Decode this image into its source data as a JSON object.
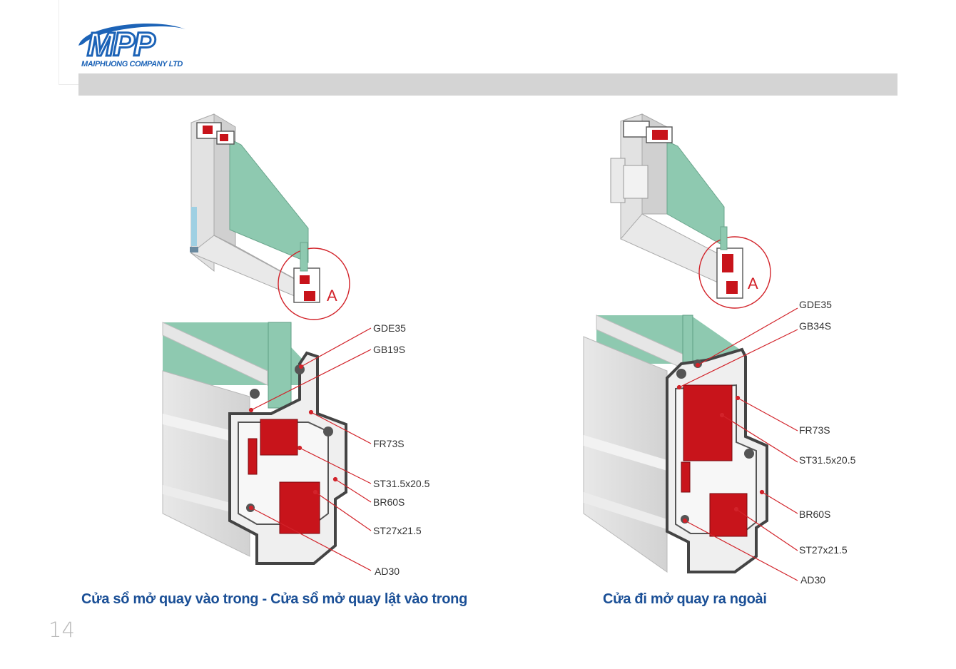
{
  "brand": {
    "logo_text": "MPP",
    "company": "MAIPHUONG COMPANY LTD",
    "colors": {
      "primary": "#1c63b7",
      "accent": "#d2232a",
      "glass": "#8ec9b0"
    }
  },
  "page_number": "14",
  "diagrams": [
    {
      "caption": "Cửa sổ mở quay vào trong - Cửa sổ mở quay lật vào trong",
      "detail_marker": "A",
      "labels": [
        "GDE35",
        "GB19S",
        "FR73S",
        "ST31.5x20.5",
        "BR60S",
        "ST27x21.5",
        "AD30"
      ]
    },
    {
      "caption": "Cửa đi mở quay ra ngoài",
      "detail_marker": "A",
      "labels": [
        "GDE35",
        "GB34S",
        "FR73S",
        "ST31.5x20.5",
        "BR60S",
        "ST27x21.5",
        "AD30"
      ]
    }
  ]
}
